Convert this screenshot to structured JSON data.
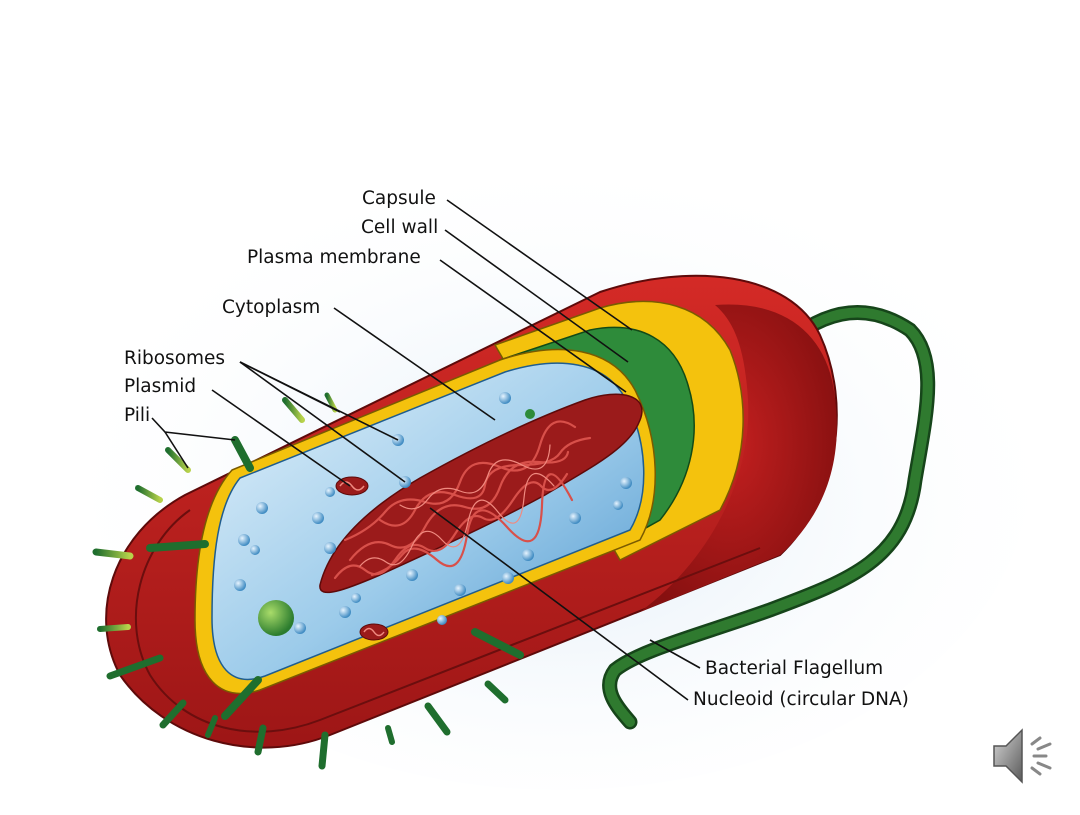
{
  "labels": {
    "capsule": "Capsule",
    "cell_wall": "Cell wall",
    "plasma_membrane": "Plasma membrane",
    "cytoplasm": "Cytoplasm",
    "ribosomes": "Ribosomes",
    "plasmid": "Plasmid",
    "pili": "Pili",
    "flagellum": "Bacterial Flagellum",
    "nucleoid": "Nucleoid (circular DNA)"
  },
  "icons": {
    "audio": "speaker-icon"
  },
  "colors": {
    "capsule": "#c9191b",
    "capsule_dark": "#8e1414",
    "cell_wall": "#f4c20d",
    "membrane": "#2e8b3a",
    "cytoplasm": "#8fc6ea",
    "dna": "#9b1b1b",
    "flagellum": "#2f7a2f"
  }
}
